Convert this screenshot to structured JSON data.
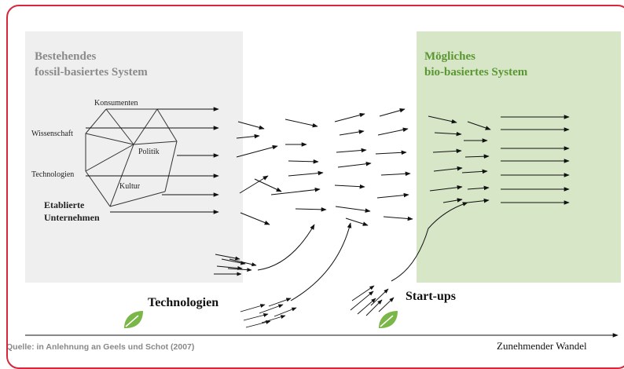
{
  "left_panel": {
    "title_line1": "Bestehendes",
    "title_line2": "fossil-basiertes System",
    "fill": "#efefef",
    "title_color": "#8a8a8a",
    "labels": {
      "konsumenten": "Konsumenten",
      "wissenschaft": "Wissenschaft",
      "politik": "Politik",
      "technologien": "Technologien",
      "kultur": "Kultur",
      "etablierte_1": "Etablierte",
      "etablierte_2": "Unternehmen"
    }
  },
  "right_panel": {
    "title_line1": "Mögliches",
    "title_line2": "bio-basiertes System",
    "fill": "#d6e6c6",
    "title_color": "#5a9632"
  },
  "bottom": {
    "technologien": "Technologien",
    "startups": "Start-ups",
    "leaf_color": "#7ab648",
    "leaf_icon": "leaf-icon"
  },
  "axis": {
    "label": "Zunehmender Wandel"
  },
  "source": "Quelle: in Anlehnung an Geels und Schot (2007)",
  "border_color": "#d8263a"
}
